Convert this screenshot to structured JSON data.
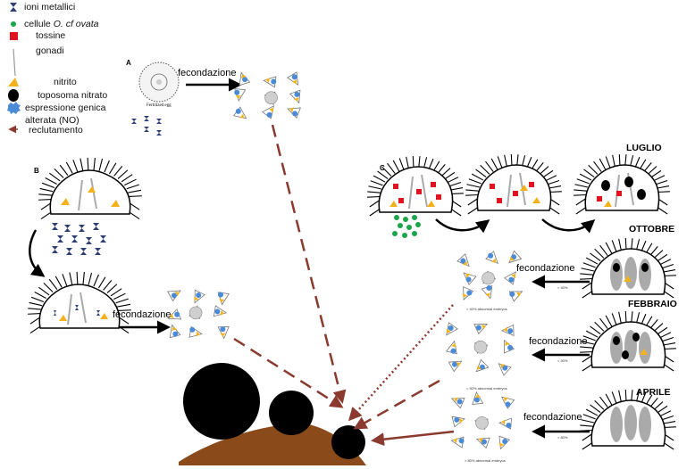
{
  "legend": {
    "metal_ions": "ioni metallici",
    "ovata_prefix": "cellule ",
    "ovata_species": "O. cf ovata",
    "toxins": "tossine",
    "gonads": "gonadi",
    "nitrite": "nitrito",
    "toposome": "toposoma nitrato",
    "gene_expr_1": "espressione genica",
    "gene_expr_2": "alterata (NO)",
    "recruitment": "reclutamento"
  },
  "panels": {
    "a": "A",
    "b": "B",
    "c": "C"
  },
  "fertilized_egg": "Fertilized egg",
  "fertilization": "fecondazione",
  "months": {
    "july": "LUGLIO",
    "october": "OTTOBRE",
    "february": "FEBBRAIO",
    "april": "APRILE"
  },
  "embryo_notes": {
    "feb_group": "< 40% abnormal embryos",
    "apr_group": "< 50% abnormal embryos",
    "may_group": "> 80% abnormal embryos",
    "arrow_oct": "< 40%",
    "arrow_feb": "< 50%",
    "arrow_apr": "> 80%"
  },
  "colors": {
    "metal_ion": "#2e3f73",
    "ovata_cell": "#1aa64a",
    "toxin": "#e0141e",
    "nitrite": "#f3b21b",
    "toposome": "#000000",
    "gene_expression": "#4a8ad6",
    "recruitment_arrow": "#8b3a30",
    "urchin": "#000000",
    "seabed": "#8a4a1a"
  }
}
